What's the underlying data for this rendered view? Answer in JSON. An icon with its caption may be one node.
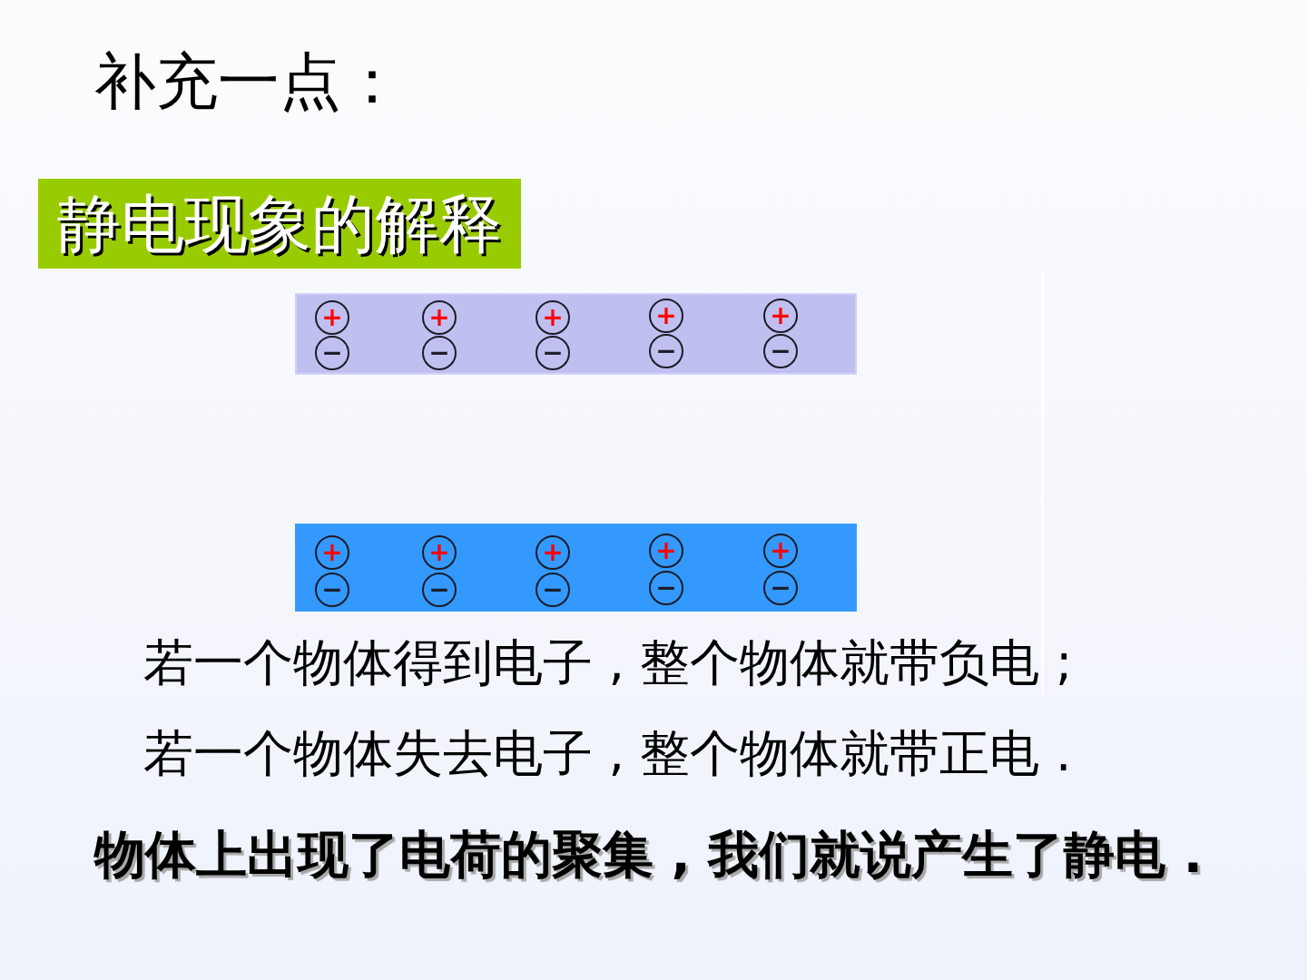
{
  "diagram": {
    "title": "补充一点：",
    "nodes": [
      {
        "text": [
          "静电现象的解释"
        ]
      },
      {
        "text": [],
        "shape": "box"
      },
      {
        "text": [
          "+"
        ],
        "in": 1
      },
      {
        "text": [
          "+"
        ],
        "in": 1
      },
      {
        "text": [
          "+"
        ],
        "in": 1
      },
      {
        "text": [
          "+"
        ],
        "in": 1
      },
      {
        "text": [
          "+"
        ],
        "in": 1
      },
      {
        "text": [
          "−"
        ],
        "in": 1
      },
      {
        "text": [
          "−"
        ],
        "in": 1
      },
      {
        "text": [
          "−"
        ],
        "in": 1
      },
      {
        "text": [
          "−"
        ],
        "in": 1
      },
      {
        "text": [
          "−"
        ],
        "in": 1
      },
      {
        "text": [],
        "shape": "box"
      },
      {
        "text": [
          "+"
        ],
        "in": 12
      },
      {
        "text": [
          "+"
        ],
        "in": 12
      },
      {
        "text": [
          "+"
        ],
        "in": 12
      },
      {
        "text": [
          "+"
        ],
        "in": 12
      },
      {
        "text": [
          "+"
        ],
        "in": 12
      },
      {
        "text": [
          "−"
        ],
        "in": 12
      },
      {
        "text": [
          "−"
        ],
        "in": 12
      },
      {
        "text": [
          "−"
        ],
        "in": 12
      },
      {
        "text": [
          "−"
        ],
        "in": 12
      },
      {
        "text": [
          "−"
        ],
        "in": 12
      }
    ],
    "labels": [
      "若一个物体得到电子 , 整个物体就带负电 ;",
      "若一个物体失去电子 , 整个物体就带正电 .",
      "物体上出现了电荷的聚集 , 我们就说产生了静电 ."
    ]
  }
}
